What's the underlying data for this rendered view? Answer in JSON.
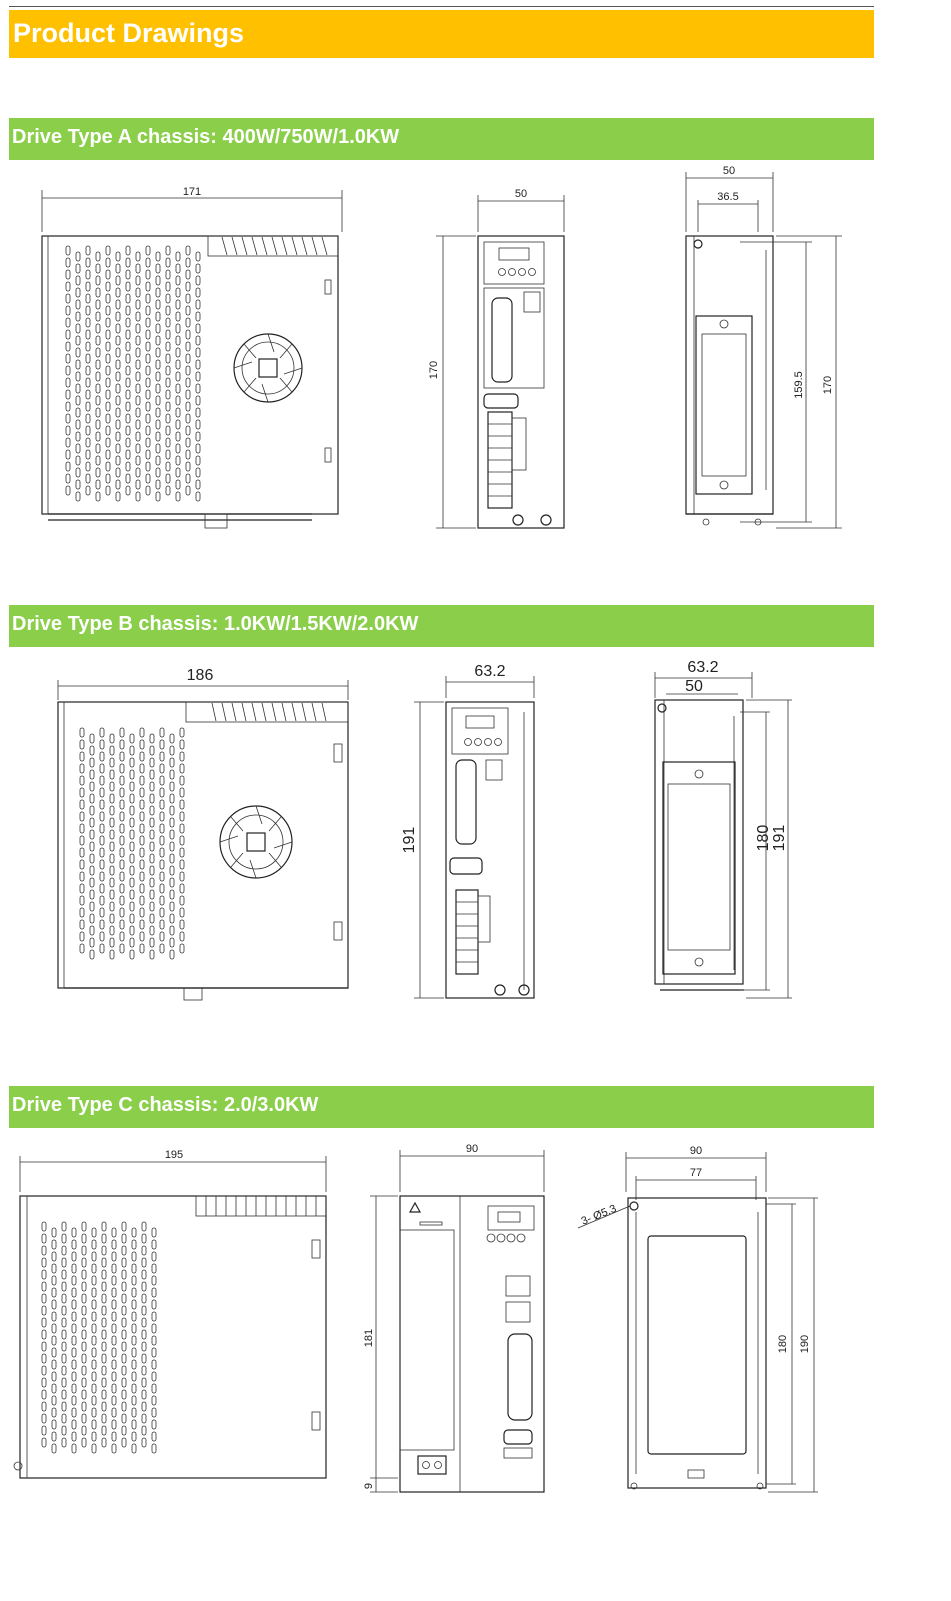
{
  "page_title": "Product Drawings",
  "colors": {
    "title_bar": "#FFC000",
    "section_bar": "#8ACE4A",
    "text": "#FFFFFF"
  },
  "sections": [
    {
      "label": "Drive Type A chassis:  400W/750W/1.0KW",
      "side_width": "171",
      "front_width": "50",
      "front_height": "170",
      "back_width": "50",
      "back_inner_width": "36.5",
      "back_inner_height": "159.5",
      "back_height": "170"
    },
    {
      "label": "Drive Type B chassis:  1.0KW/1.5KW/2.0KW",
      "side_width": "186",
      "front_width": "63.2",
      "front_height": "191",
      "back_width": "63.2",
      "back_inner_width": "50",
      "back_inner_height": "180",
      "back_height": "191"
    },
    {
      "label": "Drive Type C chassis:  2.0/3.0KW",
      "side_width": "195",
      "front_width": "90",
      "front_height": "181",
      "front_bottom_offset": "9",
      "back_width": "90",
      "back_inner_width": "77",
      "back_hole_note": "3- Ø5.3",
      "back_inner_height": "180",
      "back_height": "190"
    }
  ]
}
